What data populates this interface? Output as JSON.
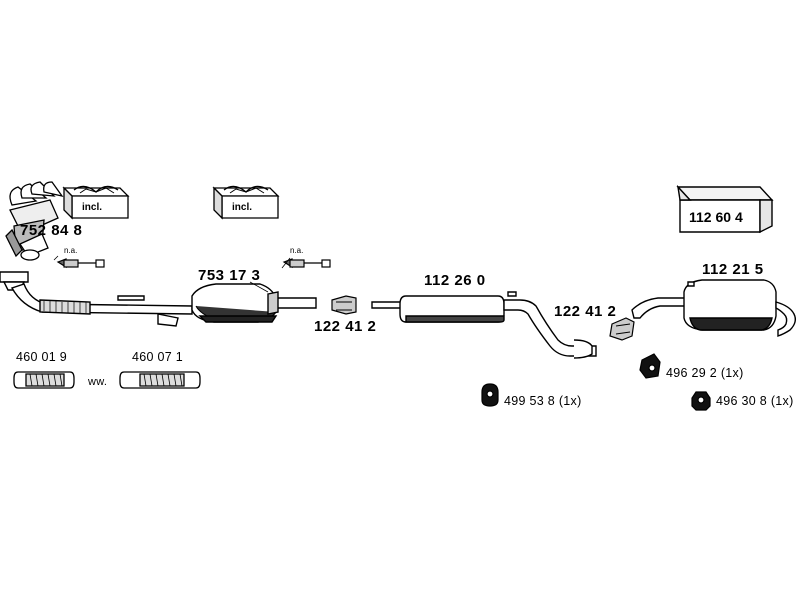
{
  "parts": {
    "manifold_part": "752 84 8",
    "cat_part": "753 17 3",
    "clamp_left": "122 41 2",
    "middle_silencer": "112 26 0",
    "clamp_right": "122 41 2",
    "rear_silencer": "112 21 5",
    "kit_box": "112 60 4",
    "flex_a": "460 01 9",
    "flex_b": "460 07 1",
    "hanger_a": "499 53 8 (1x)",
    "hanger_b": "496 29 2  (1x)",
    "hanger_c": "496 30 8 (1x)"
  },
  "labels": {
    "incl_1": "incl.",
    "incl_2": "incl.",
    "na_1": "n.a.",
    "na_2": "n.a.",
    "ww": "ww."
  }
}
